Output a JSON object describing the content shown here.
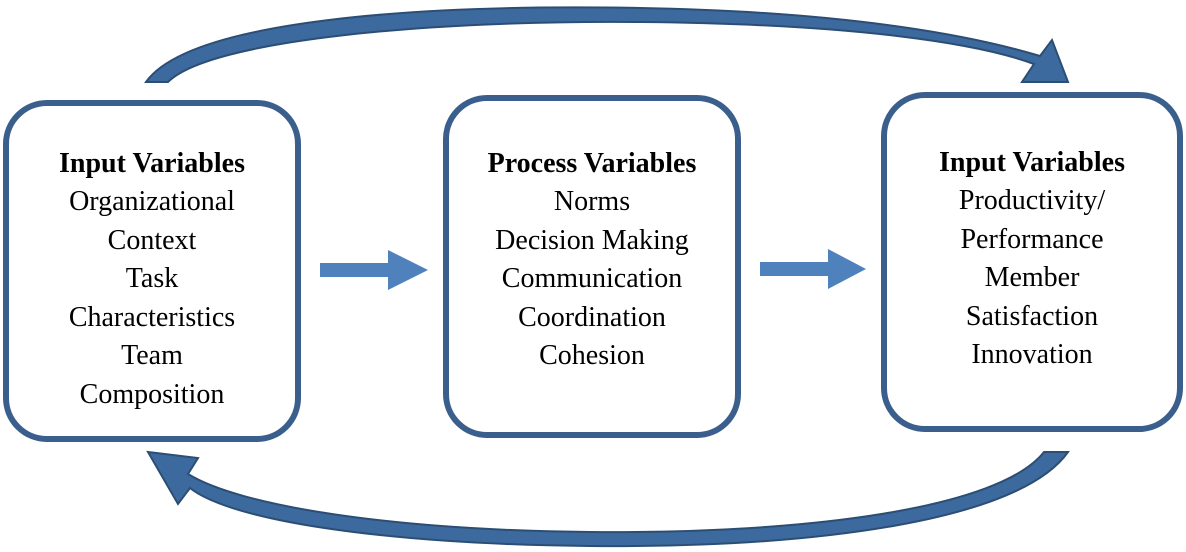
{
  "colors": {
    "box_border": "#3A5F8C",
    "arrow_fill": "#4F81BD",
    "loop_arrow_fill": "#3D6A9E",
    "loop_arrow_edge": "#2C4E74"
  },
  "boxes": {
    "input": {
      "title": "Input Variables",
      "items": [
        "Organizational",
        "Context",
        "Task",
        "Characteristics",
        "Team",
        "Composition"
      ]
    },
    "process": {
      "title": "Process Variables",
      "items": [
        "Norms",
        "Decision Making",
        "Communication",
        "Coordination",
        "Cohesion"
      ]
    },
    "output": {
      "title": "Input Variables",
      "items": [
        "Productivity/",
        "Performance",
        "Member",
        "Satisfaction",
        "Innovation"
      ]
    }
  }
}
